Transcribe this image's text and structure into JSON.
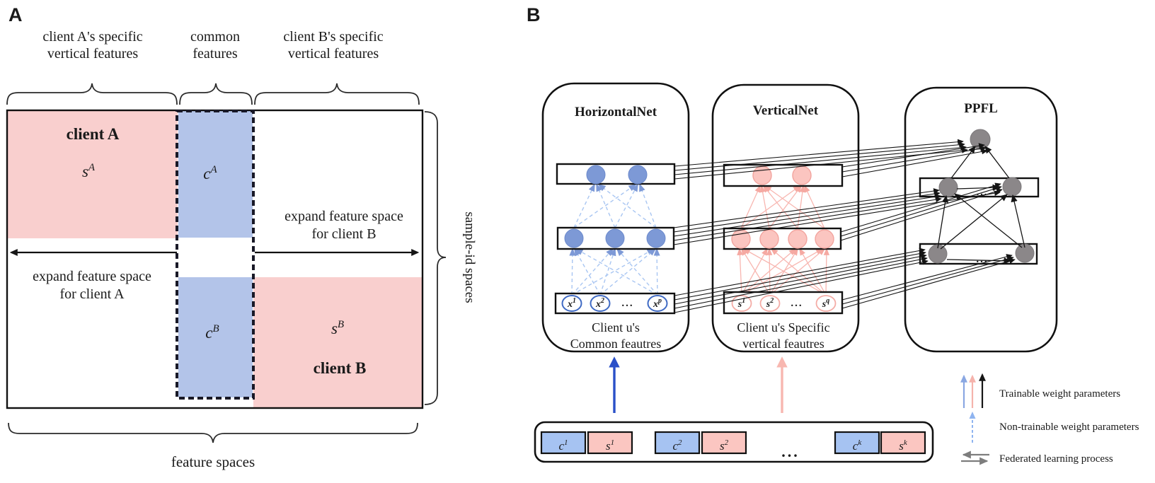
{
  "panel_a": {
    "label": "A",
    "col_labels": [
      {
        "line1": "client A's specific",
        "line2": "vertical features"
      },
      {
        "line1": "common",
        "line2": "features"
      },
      {
        "line1": "client B's specific",
        "line2": "vertical features"
      }
    ],
    "client_a_title": "client A",
    "client_b_title": "client B",
    "s_a": {
      "base": "s",
      "sup": "A"
    },
    "c_a": {
      "base": "c",
      "sup": "A"
    },
    "c_b": {
      "base": "c",
      "sup": "B"
    },
    "s_b": {
      "base": "s",
      "sup": "B"
    },
    "expand_b": {
      "line1": "expand feature space",
      "line2": "for client B"
    },
    "expand_a": {
      "line1": "expand feature space",
      "line2": "for client A"
    },
    "bottom_label": "feature spaces",
    "right_label": "sample-id spaces",
    "colors": {
      "pink": "#f9cfce",
      "blue": "#b3c4e9",
      "dash": "#191927"
    }
  },
  "panel_b": {
    "label": "B",
    "horizontal_net": {
      "title": "HorizontalNet",
      "inputs": [
        {
          "base": "x",
          "sup": "1"
        },
        {
          "base": "x",
          "sup": "2"
        },
        {
          "base": "x",
          "sup": "p"
        }
      ],
      "input_dots": "...",
      "caption": {
        "line1": "Client u's",
        "line2": "Common feautres"
      }
    },
    "vertical_net": {
      "title": "VerticalNet",
      "inputs": [
        {
          "base": "s",
          "sup": "1"
        },
        {
          "base": "s",
          "sup": "2"
        },
        {
          "base": "s",
          "sup": "q"
        }
      ],
      "input_dots": "...",
      "caption": {
        "line1": "Client u's Specific",
        "line2": "vertical feautres"
      }
    },
    "ppfl": {
      "title": "PPFL",
      "mid_dots": "...",
      "bottom_dots": "..."
    },
    "strip": {
      "pairs": [
        {
          "c": {
            "base": "c",
            "sup": "1"
          },
          "s": {
            "base": "s",
            "sup": "1"
          }
        },
        {
          "c": {
            "base": "c",
            "sup": "2"
          },
          "s": {
            "base": "s",
            "sup": "2"
          }
        },
        {
          "c": {
            "base": "c",
            "sup": "k"
          },
          "s": {
            "base": "s",
            "sup": "k"
          }
        }
      ],
      "dots": "..."
    },
    "legend": {
      "trainable": "Trainable weight parameters",
      "non_trainable": "Non-trainable weight parameters",
      "federated": "Federated learning process"
    },
    "colors": {
      "box_blue": "#a6c3f2",
      "box_pink": "#fbc6c1",
      "input_arrow_blue": "#2a50c8",
      "input_arrow_pink": "#f8b7b0",
      "legend_gray": "#7d7d7d"
    }
  }
}
